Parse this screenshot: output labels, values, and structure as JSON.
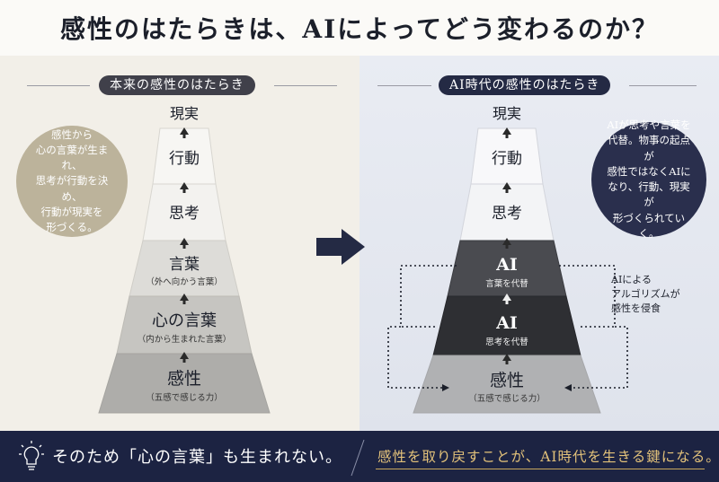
{
  "title": "感性のはたらきは、AIによってどう変わるのか？",
  "left": {
    "label": "本来の感性のはたらき",
    "top": "現実",
    "tiers": [
      {
        "name": "行動",
        "sub": ""
      },
      {
        "name": "思考",
        "sub": ""
      },
      {
        "name": "言葉",
        "sub": "（外へ向かう言葉）"
      },
      {
        "name": "心の言葉",
        "sub": "（内から生まれた言葉）"
      },
      {
        "name": "感性",
        "sub": "（五感で感じる力）"
      }
    ],
    "bubble": "感性から\n心の言葉が生まれ、\n思考が行動を決め、\n行動が現実を\n形づくる。"
  },
  "right": {
    "label": "AI時代の感性のはたらき",
    "top": "現実",
    "tiers": [
      {
        "name": "行動",
        "sub": ""
      },
      {
        "name": "思考",
        "sub": ""
      },
      {
        "name": "AI",
        "sub": "言葉を代替"
      },
      {
        "name": "AI",
        "sub": "思考を代替"
      },
      {
        "name": "感性",
        "sub": "（五感で感じる力）"
      }
    ],
    "bubble": "AIが思考や言葉を\n代替。物事の起点が\n感性ではなくAIに\nなり、行動、現実が\n形づくられていく。",
    "note": "AIによる\nアルゴリズムが\n感性を侵食"
  },
  "colors": {
    "navy": "#1c2342",
    "gold": "#e3c27a"
  },
  "footer": {
    "left": "そのため「心の言葉」も生まれない。",
    "right": "感性を取り戻すことが、AI時代を生きる鍵になる。"
  }
}
